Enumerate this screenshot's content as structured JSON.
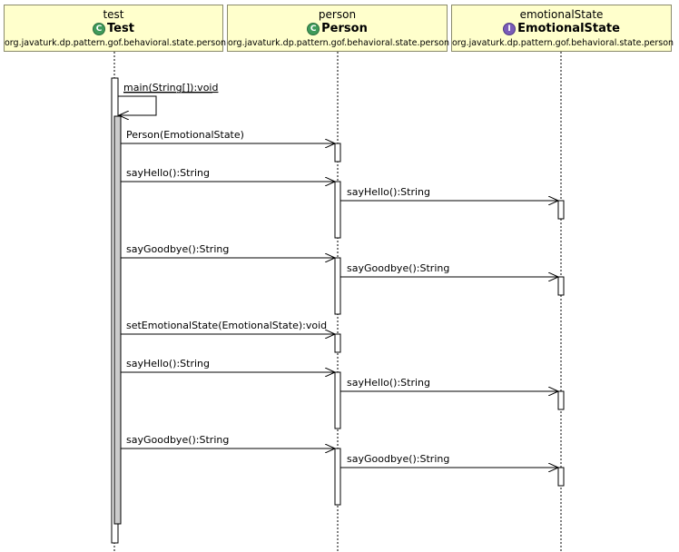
{
  "lifelines": [
    {
      "instance": "test",
      "class_name": "Test",
      "kind": "class",
      "package": "org.javaturk.dp.pattern.gof.behavioral.state.person"
    },
    {
      "instance": "person",
      "class_name": "Person",
      "kind": "class",
      "package": "org.javaturk.dp.pattern.gof.behavioral.state.person"
    },
    {
      "instance": "emotionalState",
      "class_name": "EmotionalState",
      "kind": "interface",
      "package": "org.javaturk.dp.pattern.gof.behavioral.state.person"
    }
  ],
  "badges": {
    "class_letter": "C",
    "interface_letter": "I",
    "class_color": "#3f9b5a",
    "interface_color": "#7a5cb8"
  },
  "messages": [
    {
      "label": "main(String[]):void",
      "from": 0,
      "to": 0
    },
    {
      "label": "Person(EmotionalState)",
      "from": 0,
      "to": 1
    },
    {
      "label": "sayHello():String",
      "from": 0,
      "to": 1
    },
    {
      "label": "sayHello():String",
      "from": 1,
      "to": 2
    },
    {
      "label": "sayGoodbye():String",
      "from": 0,
      "to": 1
    },
    {
      "label": "sayGoodbye():String",
      "from": 1,
      "to": 2
    },
    {
      "label": "setEmotionalState(EmotionalState):void",
      "from": 0,
      "to": 1
    },
    {
      "label": "sayHello():String",
      "from": 0,
      "to": 1
    },
    {
      "label": "sayHello():String",
      "from": 1,
      "to": 2
    },
    {
      "label": "sayGoodbye():String",
      "from": 0,
      "to": 1
    },
    {
      "label": "sayGoodbye():String",
      "from": 1,
      "to": 2
    }
  ],
  "colors": {
    "head_fill": "#ffffcc",
    "activation_inner": "#cccccc"
  }
}
